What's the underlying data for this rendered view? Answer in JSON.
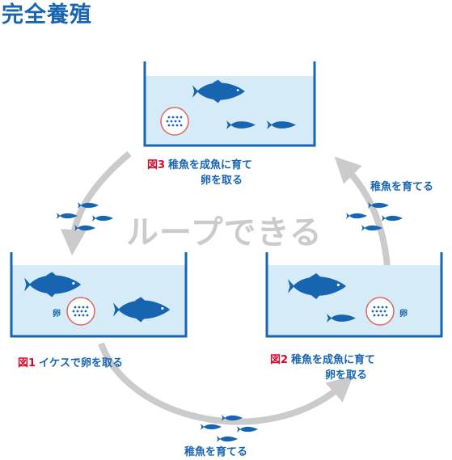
{
  "title": "完全養殖",
  "center_text": "ループできる",
  "steps": [
    {
      "fig": "図1",
      "text": "イケスで卵を取る"
    },
    {
      "fig": "図2",
      "text_line1": "稚魚を成魚に育て",
      "text_line2": "卵を取る"
    },
    {
      "fig": "図3",
      "text_line1": "稚魚を成魚に育て",
      "text_line2": "卵を取る"
    }
  ],
  "transitions": [
    {
      "text": "稚魚を育てる"
    },
    {
      "text": "稚魚を育てる"
    }
  ],
  "egg_label": "卵",
  "colors": {
    "fish": "#1765b1",
    "water": "#d6ebf8",
    "tank": "#1765b1",
    "arrow": "#cbcbcb",
    "egg_circle": "#e0665e",
    "fig_label": "#d40b2b"
  }
}
